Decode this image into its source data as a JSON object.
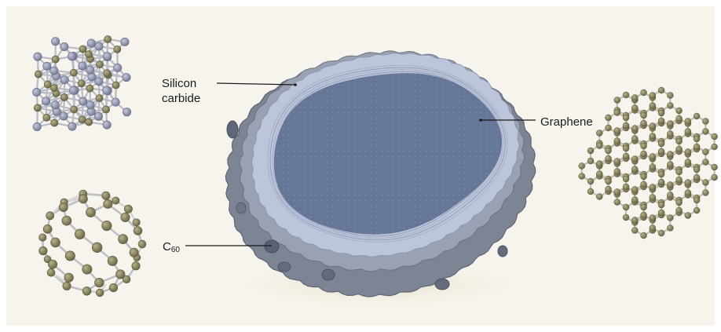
{
  "labels": {
    "silicon_carbide_line1": "Silicon",
    "silicon_carbide_line2": "carbide",
    "graphene": "Graphene",
    "c60_base": "C",
    "c60_sub": "60"
  },
  "colors": {
    "background": "#f6f4ec",
    "grain_outer": "#7d8494",
    "grain_shell": "#b9c2d6",
    "grain_core": "#657696",
    "carbon_atom": "#7f7a58",
    "silicon_atom": "#8d93ad",
    "bond": "#b7b9bf",
    "ground_shadow": "#ece6d2"
  },
  "icons": {
    "sic_lattice": "silicon-carbide-crystal-icon",
    "c60": "c60-fullerene-icon",
    "graphene": "graphene-sheet-icon",
    "grain": "dust-grain-cross-section"
  }
}
